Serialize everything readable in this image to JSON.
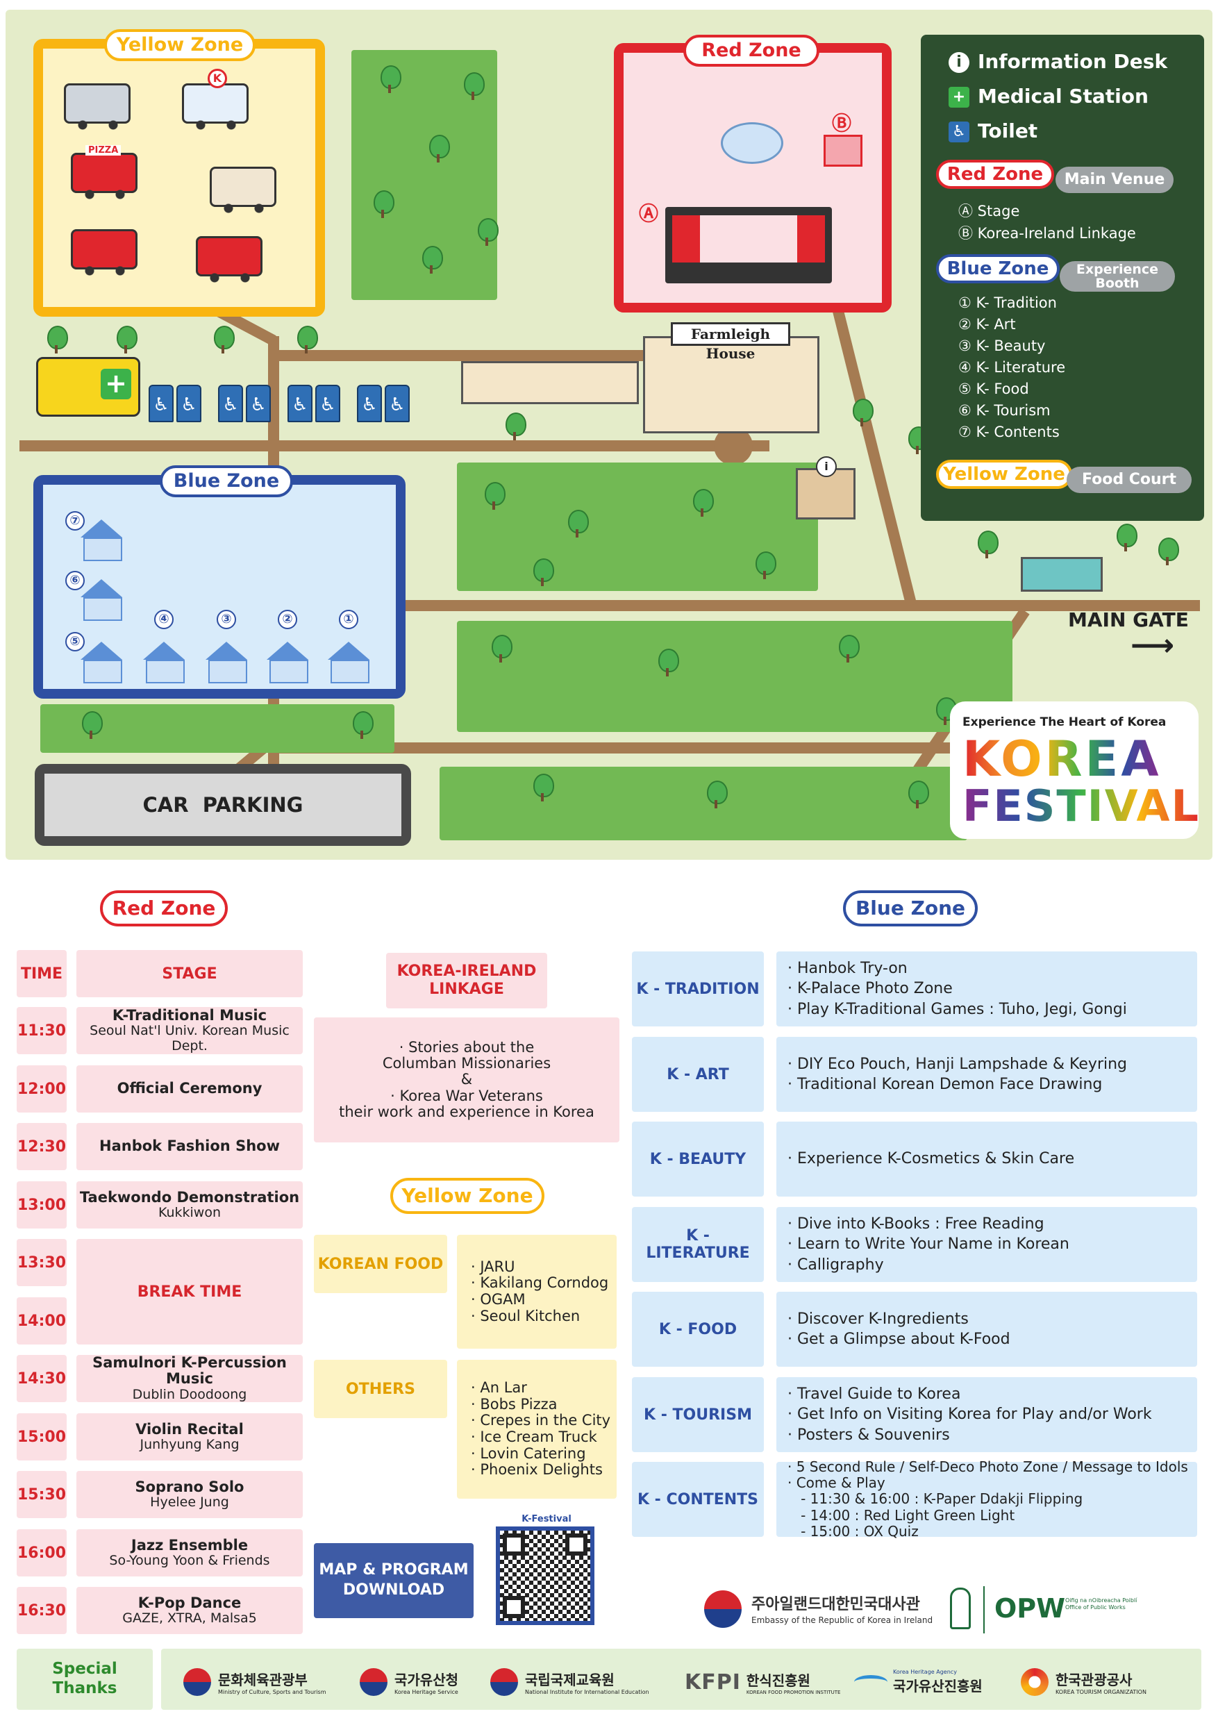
{
  "map": {
    "zones": {
      "yellow": "Yellow Zone",
      "red": "Red Zone",
      "blue": "Blue Zone"
    },
    "red_zone_markers": {
      "a": "Ⓐ",
      "b": "Ⓑ"
    },
    "food_truck_mark": "K",
    "pizza_label": "PIZZA",
    "farmleigh_house": "Farmleigh House",
    "booth_numbers": [
      "⑦",
      "⑥",
      "⑤",
      "④",
      "③",
      "②",
      "①"
    ],
    "car_parking": "CAR  PARKING",
    "main_gate": "MAIN GATE",
    "main_gate_arrow": "⟶",
    "festival": {
      "tagline": "Experience The Heart of Korea",
      "title_line1": "KOREA",
      "title_line2": "FESTIVAL"
    }
  },
  "legend": {
    "info_desk": "Information Desk",
    "medical": "Medical Station",
    "toilet": "Toilet",
    "red_zone": "Red Zone",
    "red_zone_desc": "Main Venue",
    "red_items": [
      "Ⓐ  Stage",
      "Ⓑ  Korea-Ireland Linkage"
    ],
    "blue_zone": "Blue Zone",
    "blue_zone_desc": "Experience Booth",
    "blue_items": [
      "①  K- Tradition",
      "②  K- Art",
      "③  K- Beauty",
      "④  K- Literature",
      "⑤  K- Food",
      "⑥  K- Tourism",
      "⑦  K- Contents"
    ],
    "yellow_zone": "Yellow Zone",
    "yellow_zone_desc": "Food Court"
  },
  "program": {
    "red_zone_title": "Red Zone",
    "blue_zone_title": "Blue Zone",
    "yellow_zone_title": "Yellow Zone",
    "time_header": "TIME",
    "stage_header": "STAGE",
    "schedule": [
      {
        "time": "11:30",
        "title": "K-Traditional Music",
        "sub": "Seoul Nat'l Univ. Korean Music Dept."
      },
      {
        "time": "12:00",
        "title": "Official Ceremony",
        "sub": ""
      },
      {
        "time": "12:30",
        "title": "Hanbok Fashion Show",
        "sub": ""
      },
      {
        "time": "13:00",
        "title": "Taekwondo Demonstration",
        "sub": "Kukkiwon"
      },
      {
        "time": "13:30",
        "title": "",
        "sub": ""
      },
      {
        "time": "14:00",
        "title": "",
        "sub": ""
      },
      {
        "time": "14:30",
        "title": "Samulnori K-Percussion Music",
        "sub": "Dublin Doodoong"
      },
      {
        "time": "15:00",
        "title": "Violin Recital",
        "sub": "Junhyung Kang"
      },
      {
        "time": "15:30",
        "title": "Soprano Solo",
        "sub": "Hyelee Jung"
      },
      {
        "time": "16:00",
        "title": "Jazz Ensemble",
        "sub": "So-Young Yoon & Friends"
      },
      {
        "time": "16:30",
        "title": "K-Pop Dance",
        "sub": "GAZE, XTRA, Malsa5"
      }
    ],
    "break_time": "BREAK TIME",
    "linkage_header": "KOREA-IRELAND LINKAGE",
    "linkage_lines": [
      "· Stories about the",
      "Columban Missionaries",
      "&",
      "· Korea War Veterans",
      "their work and experience in Korea"
    ],
    "korean_food_label": "KOREAN FOOD",
    "korean_food": [
      "· JARU",
      "· Kakilang Corndog",
      "· OGAM",
      "· Seoul Kitchen"
    ],
    "others_label": "OTHERS",
    "others": [
      "· An Lar",
      "· Bobs Pizza",
      "· Crepes in the City",
      "· Ice Cream Truck",
      "· Lovin Catering",
      "· Phoenix Delights"
    ],
    "download_line1": "MAP & PROGRAM",
    "download_line2": "DOWNLOAD",
    "qr_label": "K-Festival",
    "booths": [
      {
        "name": "K - TRADITION",
        "lines": [
          "· Hanbok Try-on",
          "· K-Palace Photo Zone",
          "· Play K-Traditional Games : Tuho, Jegi, Gongi"
        ]
      },
      {
        "name": "K - ART",
        "lines": [
          "· DIY Eco Pouch, Hanji Lampshade & Keyring",
          "· Traditional Korean Demon Face Drawing"
        ]
      },
      {
        "name": "K - BEAUTY",
        "lines": [
          "· Experience K-Cosmetics & Skin Care"
        ]
      },
      {
        "name": "K - LITERATURE",
        "lines": [
          "· Dive into K-Books : Free Reading",
          "· Learn to Write Your Name in Korean",
          "· Calligraphy"
        ]
      },
      {
        "name": "K - FOOD",
        "lines": [
          "· Discover K-Ingredients",
          "· Get a Glimpse about K-Food"
        ]
      },
      {
        "name": "K - TOURISM",
        "lines": [
          "· Travel Guide to Korea",
          "· Get Info on Visiting Korea for Play and/or Work",
          "· Posters & Souvenirs"
        ]
      },
      {
        "name": "K - CONTENTS",
        "lines": [
          "· 5 Second Rule / Self-Deco Photo Zone / Message to Idols",
          "· Come & Play",
          "   - 11:30 & 16:00 : K-Paper Ddakji Flipping",
          "   - 14:00 : Red Light Green Light",
          "   - 15:00 : OX Quiz"
        ]
      }
    ],
    "embassy_kr": "주아일랜드대한민국대사관",
    "embassy_en": "Embassy of the Republic of Korea in Ireland",
    "opw": "OPW",
    "opw_sub": "Oifig na nOibreacha Poiblí Office of Public Works"
  },
  "thanks": {
    "label": "Special Thanks",
    "sponsors": [
      {
        "kr": "문화체육관광부",
        "en": "Ministry of Culture, Sports and Tourism"
      },
      {
        "kr": "국가유산청",
        "en": "Korea Heritage Service"
      },
      {
        "kr": "국립국제교육원",
        "en": "National Institute for International Education"
      },
      {
        "kr": "한식진흥원",
        "en": "KOREAN FOOD PROMOTION INSTITUTE"
      },
      {
        "kr": "국가유산진흥원",
        "en": "Korea Heritage Agency"
      },
      {
        "kr": "한국관광공사",
        "en": "KOREA TOURISM ORGANIZATION"
      }
    ],
    "kfpi": "KFPI"
  },
  "colors": {
    "red": "#d6262d",
    "blue": "#2e4fa2",
    "yellow": "#f9b511",
    "legend_bg": "#2d4f2f"
  }
}
